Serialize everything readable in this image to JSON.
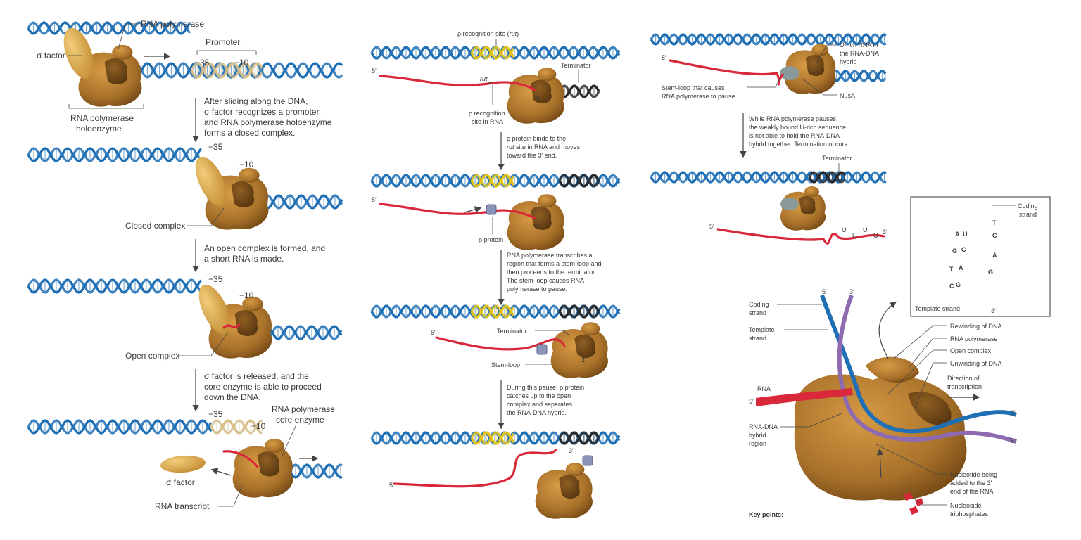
{
  "panel1": {
    "rna_polymerase": "RNA polymerase",
    "sigma_factor": "σ factor",
    "promoter": "Promoter",
    "m35": "−35",
    "m10": "−10",
    "holoenzyme_l1": "RNA polymerase",
    "holoenzyme_l2": "holoenzyme",
    "step1": [
      "After sliding along the DNA,",
      "σ factor recognizes a promoter,",
      "and RNA polymerase holoenzyme",
      "forms a closed complex."
    ],
    "closed_complex": "Closed complex",
    "step2": [
      "An open complex is formed, and",
      "a short RNA is made."
    ],
    "open_complex": "Open complex",
    "step3": [
      "σ factor is released, and the",
      "core enzyme is able to proceed",
      "down the DNA."
    ],
    "core_l1": "RNA polymerase",
    "core_l2": "core enzyme",
    "sigma_factor_free": "σ factor",
    "rna_transcript": "RNA transcript"
  },
  "panel2": {
    "rut_label_a": "ρ recognition site (",
    "rut_label_b": "rut",
    "rut_label_c": ")",
    "rut_it": "rut",
    "rho_rna_l1": "ρ recognition",
    "rho_rna_l2": "site in RNA",
    "terminator": "Terminator",
    "five_prime": "5′",
    "three_prime": "3′",
    "step1_l1": "ρ protein binds to the",
    "step1_l2a": "",
    "step1_l2b": "rut",
    "step1_l2c": " site in RNA and moves",
    "step1_l3": "toward the 3′ end.",
    "rho_protein": "ρ protein",
    "step2": [
      "RNA polymerase transcribes a",
      "region that forms a stem-loop and",
      "then proceeds to the terminator.",
      "The stem-loop causes RNA",
      "polymerase to pause."
    ],
    "terminator2": "Terminator",
    "stem_loop": "Stem-loop",
    "step3": [
      "During this pause, ρ protein",
      "catches up to the open",
      "complex and separates",
      "the RNA-DNA hybrid."
    ]
  },
  "panel3": {
    "urich": [
      "U-rich RNA in",
      "the RNA-DNA",
      "hybrid"
    ],
    "stemloop": [
      "Stem-loop that causes",
      "RNA polymerase to pause"
    ],
    "nusa": "NusA",
    "five_prime": "5′",
    "step1": [
      "While RNA polymerase pauses,",
      "the weakly bound U-rich sequence",
      "is not able to hold the RNA-DNA",
      "hybrid together. Termination occurs."
    ],
    "terminator": "Terminator",
    "u": "U",
    "three_prime": "3′"
  },
  "panel4": {
    "coding_strand_box": [
      "Coding",
      "strand"
    ],
    "template_strand_box": "Template strand",
    "three_prime": "3′",
    "five_prime": "5′",
    "rna_bases": [
      "U",
      "C",
      "A",
      "G"
    ],
    "template_bases": [
      "A",
      "G",
      "T",
      "C"
    ],
    "coding_bases": [
      "T",
      "C",
      "A",
      "G"
    ],
    "coding_strand": [
      "Coding",
      "strand"
    ],
    "template_strand": [
      "Template",
      "strand"
    ],
    "rewinding": "Rewinding of DNA",
    "rna_polymerase": "RNA polymerase",
    "open_complex": "Open complex",
    "unwinding": "Unwinding of DNA",
    "direction": [
      "Direction of",
      "transcription"
    ],
    "rna": "RNA",
    "hybrid": [
      "RNA-DNA",
      "hybrid",
      "region"
    ],
    "nucleotide": [
      "Nucleotide being",
      "added to the 3′",
      "end of the RNA"
    ],
    "ntp": [
      "Nucleoside",
      "triphosphates"
    ],
    "key_points": "Key points:"
  },
  "colors": {
    "dna_blue": "#1f6fb5",
    "dna_dark": "#0f4f8a",
    "enzyme": "#b07a2e",
    "enzyme_dark": "#6e4514",
    "sigma": "#d9a84e",
    "rna_red": "#d8283a",
    "rut_yellow": "#e3c21a",
    "terminator_black": "#2a2a2a",
    "template_purple": "#8e6bb0",
    "rho": "#8a93b8"
  }
}
